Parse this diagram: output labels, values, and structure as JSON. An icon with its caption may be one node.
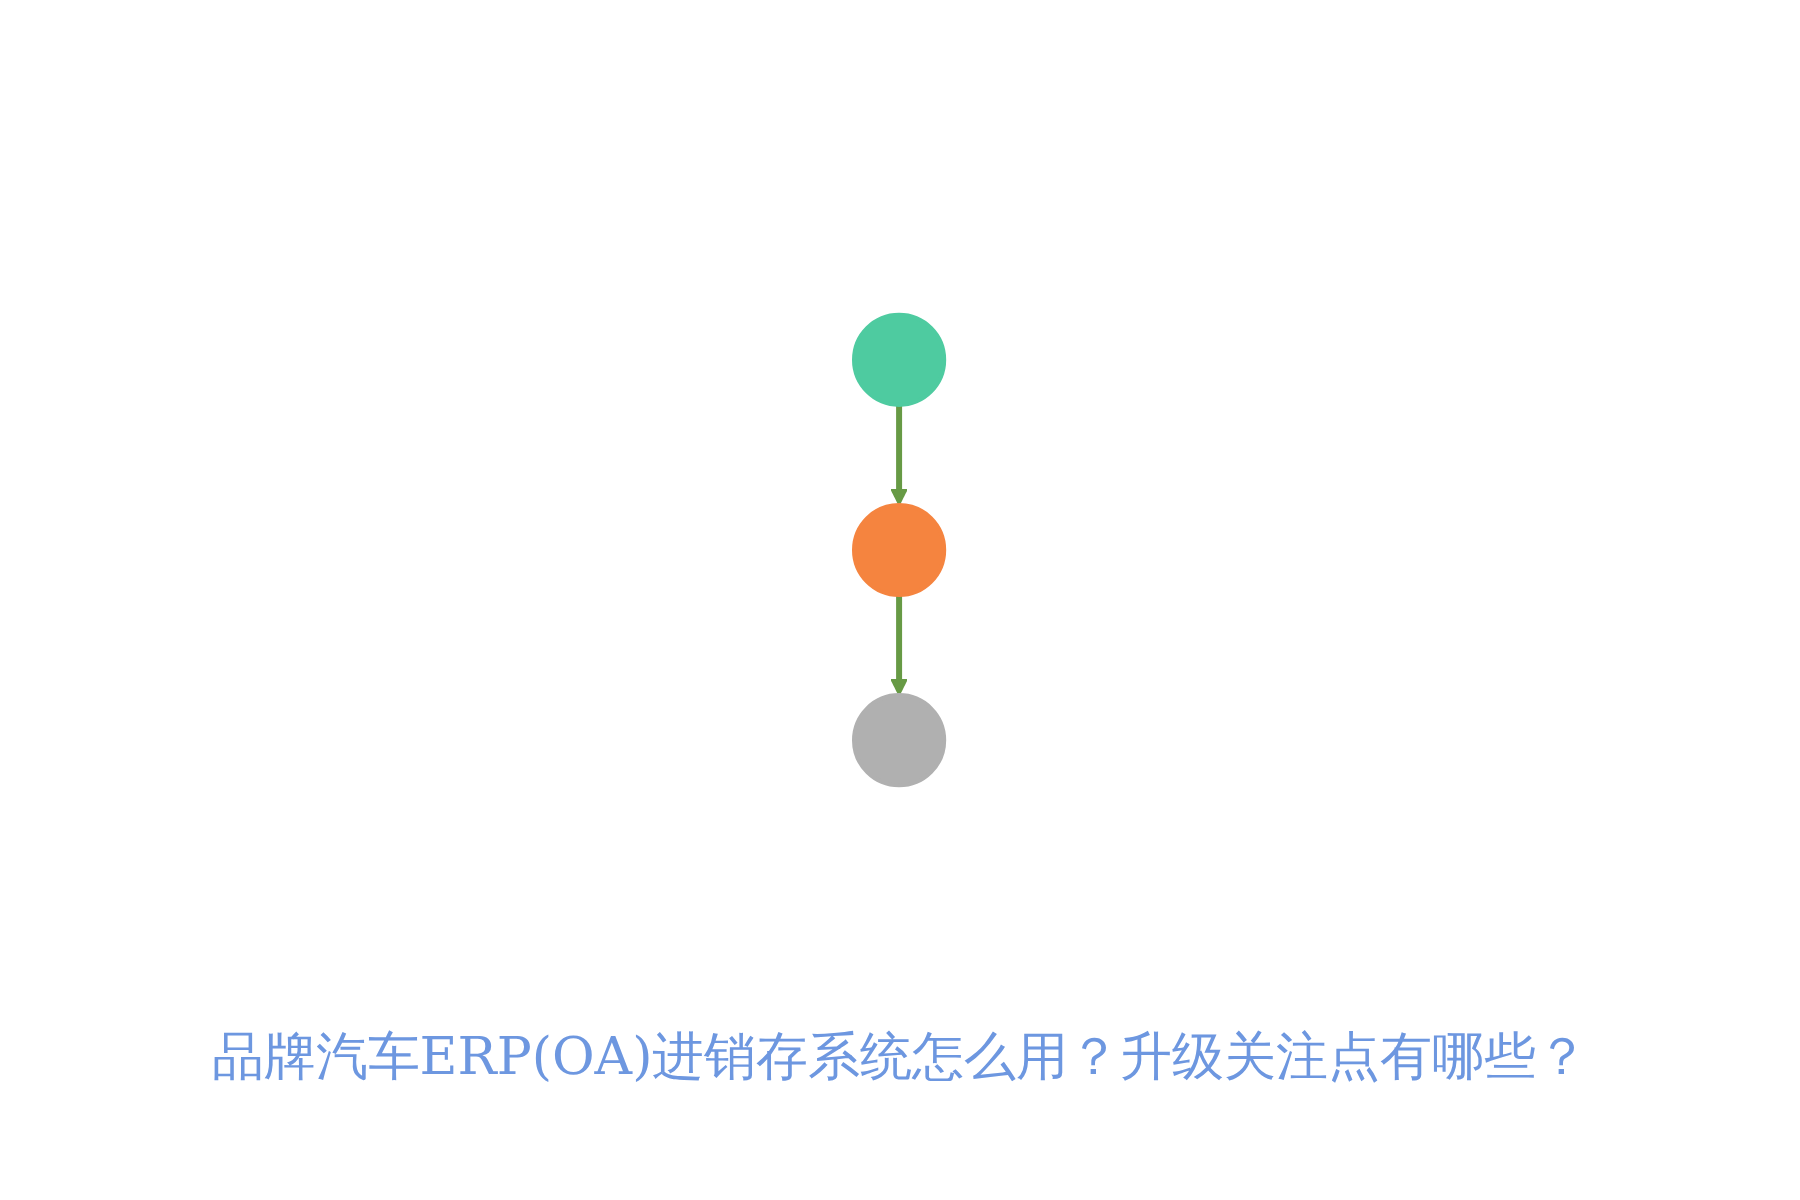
{
  "diagram": {
    "title": "品牌汽车ERP(OA)进销存系统怎么用？升级关注点有哪些？",
    "nodes": [
      {
        "text": [],
        "shape": "circle"
      },
      {
        "text": [],
        "shape": "circle"
      },
      {
        "text": [],
        "shape": "circle"
      }
    ],
    "edges": [
      {
        "from": 0,
        "to": 1,
        "arrow": "to",
        "color": "#679a45"
      },
      {
        "from": 1,
        "to": 2,
        "arrow": "to",
        "color": "#679a45"
      }
    ]
  }
}
